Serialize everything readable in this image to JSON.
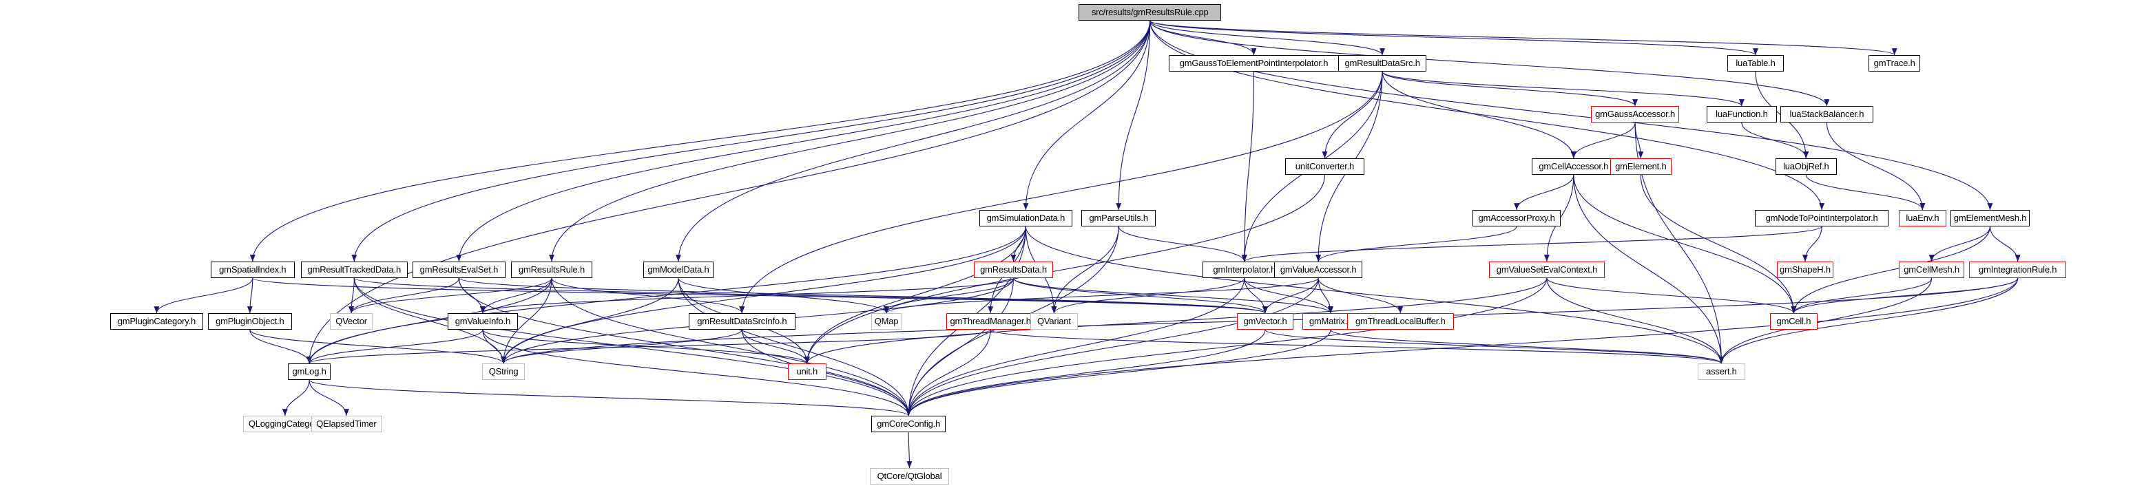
{
  "diagram": {
    "title": "src/results/gmResultsRule.cpp include dependency graph",
    "colors": {
      "edge": "#191970",
      "root_fill": "#bfbfbf",
      "normal_border": "#000000",
      "truncated_border": "#ff0000",
      "external_border": "#bfbfbf"
    },
    "nodes": [
      {
        "id": "root",
        "label": "src/results/gmResultsRule.cpp",
        "kind": "root"
      },
      {
        "id": "gauss2elem",
        "label": "gmGaussToElementPointInterpolator.h",
        "kind": "normal"
      },
      {
        "id": "resultDataSrc",
        "label": "gmResultDataSrc.h",
        "kind": "normal"
      },
      {
        "id": "luaTable",
        "label": "luaTable.h",
        "kind": "normal"
      },
      {
        "id": "gmTrace",
        "label": "gmTrace.h",
        "kind": "normal"
      },
      {
        "id": "gaussAccessor",
        "label": "gmGaussAccessor.h",
        "kind": "truncated"
      },
      {
        "id": "luaFunction",
        "label": "luaFunction.h",
        "kind": "normal"
      },
      {
        "id": "luaStackBalancer",
        "label": "luaStackBalancer.h",
        "kind": "normal"
      },
      {
        "id": "unitConverter",
        "label": "unitConverter.h",
        "kind": "normal"
      },
      {
        "id": "cellAccessor",
        "label": "gmCellAccessor.h",
        "kind": "normal"
      },
      {
        "id": "element",
        "label": "gmElement.h",
        "kind": "truncated"
      },
      {
        "id": "luaObjRef",
        "label": "luaObjRef.h",
        "kind": "normal"
      },
      {
        "id": "accessorProxy",
        "label": "gmAccessorProxy.h",
        "kind": "normal"
      },
      {
        "id": "luaEnv",
        "label": "luaEnv.h",
        "kind": "truncated"
      },
      {
        "id": "simulationData",
        "label": "gmSimulationData.h",
        "kind": "normal"
      },
      {
        "id": "parseUtils",
        "label": "gmParseUtils.h",
        "kind": "normal"
      },
      {
        "id": "nodeToPoint",
        "label": "gmNodeToPointInterpolator.h",
        "kind": "normal"
      },
      {
        "id": "elementMesh",
        "label": "gmElementMesh.h",
        "kind": "normal"
      },
      {
        "id": "spatialIndex",
        "label": "gmSpatialIndex.h",
        "kind": "normal"
      },
      {
        "id": "resultTracked",
        "label": "gmResultTrackedData.h",
        "kind": "normal"
      },
      {
        "id": "resultsEvalSet",
        "label": "gmResultsEvalSet.h",
        "kind": "normal"
      },
      {
        "id": "resultsRuleH",
        "label": "gmResultsRule.h",
        "kind": "normal"
      },
      {
        "id": "modelData",
        "label": "gmModelData.h",
        "kind": "normal"
      },
      {
        "id": "resultsData",
        "label": "gmResultsData.h",
        "kind": "truncated"
      },
      {
        "id": "interpolator",
        "label": "gmInterpolator.h",
        "kind": "normal"
      },
      {
        "id": "valueAccessor",
        "label": "gmValueAccessor.h",
        "kind": "normal"
      },
      {
        "id": "valueSetEval",
        "label": "gmValueSetEvalContext.h",
        "kind": "truncated"
      },
      {
        "id": "shapeH",
        "label": "gmShapeH.h",
        "kind": "truncated"
      },
      {
        "id": "cellMesh",
        "label": "gmCellMesh.h",
        "kind": "truncated"
      },
      {
        "id": "integrationRule",
        "label": "gmIntegrationRule.h",
        "kind": "truncated"
      },
      {
        "id": "pluginCategory",
        "label": "gmPluginCategory.h",
        "kind": "normal"
      },
      {
        "id": "pluginObject",
        "label": "gmPluginObject.h",
        "kind": "normal"
      },
      {
        "id": "qvector",
        "label": "QVector",
        "kind": "external"
      },
      {
        "id": "valueInfo",
        "label": "gmValueInfo.h",
        "kind": "normal"
      },
      {
        "id": "resultDataSrcInfo",
        "label": "gmResultDataSrcInfo.h",
        "kind": "normal"
      },
      {
        "id": "qmap",
        "label": "QMap",
        "kind": "external"
      },
      {
        "id": "threadManager",
        "label": "gmThreadManager.h",
        "kind": "truncated"
      },
      {
        "id": "qvariant",
        "label": "QVariant",
        "kind": "external"
      },
      {
        "id": "vector",
        "label": "gmVector.h",
        "kind": "truncated"
      },
      {
        "id": "matrix",
        "label": "gmMatrix.h",
        "kind": "truncated"
      },
      {
        "id": "threadLocalBuffer",
        "label": "gmThreadLocalBuffer.h",
        "kind": "truncated"
      },
      {
        "id": "cell",
        "label": "gmCell.h",
        "kind": "truncated"
      },
      {
        "id": "gmLog",
        "label": "gmLog.h",
        "kind": "normal"
      },
      {
        "id": "qstring",
        "label": "QString",
        "kind": "external"
      },
      {
        "id": "unit",
        "label": "unit.h",
        "kind": "truncated"
      },
      {
        "id": "assert",
        "label": "assert.h",
        "kind": "external"
      },
      {
        "id": "qlogging",
        "label": "QLoggingCategory",
        "kind": "external"
      },
      {
        "id": "qelapsed",
        "label": "QElapsedTimer",
        "kind": "external"
      },
      {
        "id": "coreConfig",
        "label": "gmCoreConfig.h",
        "kind": "normal"
      },
      {
        "id": "qtglobal",
        "label": "QtCore/QtGlobal",
        "kind": "external"
      }
    ],
    "edges": [
      [
        "root",
        "gauss2elem"
      ],
      [
        "root",
        "resultDataSrc"
      ],
      [
        "root",
        "luaTable"
      ],
      [
        "root",
        "gmTrace"
      ],
      [
        "root",
        "luaStackBalancer"
      ],
      [
        "root",
        "simulationData"
      ],
      [
        "root",
        "parseUtils"
      ],
      [
        "root",
        "nodeToPoint"
      ],
      [
        "root",
        "elementMesh"
      ],
      [
        "root",
        "spatialIndex"
      ],
      [
        "root",
        "resultTracked"
      ],
      [
        "root",
        "resultsEvalSet"
      ],
      [
        "root",
        "resultsRuleH"
      ],
      [
        "root",
        "modelData"
      ],
      [
        "root",
        "gmLog"
      ],
      [
        "gauss2elem",
        "interpolator"
      ],
      [
        "resultDataSrc",
        "gaussAccessor"
      ],
      [
        "resultDataSrc",
        "luaFunction"
      ],
      [
        "resultDataSrc",
        "unitConverter"
      ],
      [
        "resultDataSrc",
        "cellAccessor"
      ],
      [
        "resultDataSrc",
        "interpolator"
      ],
      [
        "resultDataSrc",
        "valueAccessor"
      ],
      [
        "resultDataSrc",
        "resultDataSrcInfo"
      ],
      [
        "luaTable",
        "luaObjRef"
      ],
      [
        "luaFunction",
        "luaObjRef"
      ],
      [
        "luaObjRef",
        "luaEnv"
      ],
      [
        "luaStackBalancer",
        "luaEnv"
      ],
      [
        "gaussAccessor",
        "cellAccessor"
      ],
      [
        "gaussAccessor",
        "element"
      ],
      [
        "gaussAccessor",
        "assert"
      ],
      [
        "unitConverter",
        "unit"
      ],
      [
        "cellAccessor",
        "accessorProxy"
      ],
      [
        "cellAccessor",
        "valueSetEval"
      ],
      [
        "cellAccessor",
        "cell"
      ],
      [
        "cellAccessor",
        "assert"
      ],
      [
        "element",
        "cell"
      ],
      [
        "accessorProxy",
        "valueAccessor"
      ],
      [
        "nodeToPoint",
        "shapeH"
      ],
      [
        "nodeToPoint",
        "interpolator"
      ],
      [
        "elementMesh",
        "cellMesh"
      ],
      [
        "elementMesh",
        "integrationRule"
      ],
      [
        "elementMesh",
        "cell"
      ],
      [
        "cellMesh",
        "cell"
      ],
      [
        "cellMesh",
        "assert"
      ],
      [
        "integrationRule",
        "cell"
      ],
      [
        "integrationRule",
        "assert"
      ],
      [
        "integrationRule",
        "coreConfig"
      ],
      [
        "integrationRule",
        "qstring"
      ],
      [
        "simulationData",
        "resultsData"
      ],
      [
        "simulationData",
        "threadManager"
      ],
      [
        "simulationData",
        "qvariant"
      ],
      [
        "simulationData",
        "qstring"
      ],
      [
        "simulationData",
        "unit"
      ],
      [
        "simulationData",
        "coreConfig"
      ],
      [
        "simulationData",
        "assert"
      ],
      [
        "simulationData",
        "gmLog"
      ],
      [
        "parseUtils",
        "interpolator"
      ],
      [
        "parseUtils",
        "qvariant"
      ],
      [
        "parseUtils",
        "coreConfig"
      ],
      [
        "resultsData",
        "qmap"
      ],
      [
        "resultsData",
        "vector"
      ],
      [
        "resultsData",
        "matrix"
      ],
      [
        "resultsData",
        "qstring"
      ],
      [
        "resultsData",
        "coreConfig"
      ],
      [
        "resultsData",
        "valueInfo"
      ],
      [
        "interpolator",
        "vector"
      ],
      [
        "interpolator",
        "matrix"
      ],
      [
        "interpolator",
        "qvariant"
      ],
      [
        "interpolator",
        "coreConfig"
      ],
      [
        "valueAccessor",
        "vector"
      ],
      [
        "valueAccessor",
        "matrix"
      ],
      [
        "valueAccessor",
        "threadLocalBuffer"
      ],
      [
        "valueAccessor",
        "qmap"
      ],
      [
        "valueAccessor",
        "coreConfig"
      ],
      [
        "valueSetEval",
        "cell"
      ],
      [
        "valueSetEval",
        "assert"
      ],
      [
        "valueSetEval",
        "coreConfig"
      ],
      [
        "valueSetEval",
        "unit"
      ],
      [
        "spatialIndex",
        "pluginObject"
      ],
      [
        "spatialIndex",
        "pluginCategory"
      ],
      [
        "spatialIndex",
        "vector"
      ],
      [
        "resultTracked",
        "qvector"
      ],
      [
        "resultTracked",
        "qstring"
      ],
      [
        "resultTracked",
        "coreConfig"
      ],
      [
        "resultTracked",
        "vector"
      ],
      [
        "resultsEvalSet",
        "qvector"
      ],
      [
        "resultsEvalSet",
        "valueInfo"
      ],
      [
        "resultsEvalSet",
        "coreConfig"
      ],
      [
        "resultsEvalSet",
        "vector"
      ],
      [
        "resultsRuleH",
        "qvector"
      ],
      [
        "resultsRuleH",
        "valueInfo"
      ],
      [
        "resultsRuleH",
        "qstring"
      ],
      [
        "resultsRuleH",
        "resultDataSrcInfo"
      ],
      [
        "resultsRuleH",
        "gmLog"
      ],
      [
        "resultsRuleH",
        "coreConfig"
      ],
      [
        "modelData",
        "qmap"
      ],
      [
        "modelData",
        "qstring"
      ],
      [
        "modelData",
        "coreConfig"
      ],
      [
        "modelData",
        "unit"
      ],
      [
        "pluginObject",
        "gmLog"
      ],
      [
        "pluginObject",
        "qstring"
      ],
      [
        "valueInfo",
        "gmLog"
      ],
      [
        "valueInfo",
        "qstring"
      ],
      [
        "valueInfo",
        "unit"
      ],
      [
        "valueInfo",
        "coreConfig"
      ],
      [
        "resultDataSrcInfo",
        "unit"
      ],
      [
        "resultDataSrcInfo",
        "qstring"
      ],
      [
        "resultDataSrcInfo",
        "coreConfig"
      ],
      [
        "threadManager",
        "gmLog"
      ],
      [
        "threadManager",
        "coreConfig"
      ],
      [
        "threadManager",
        "assert"
      ],
      [
        "vector",
        "coreConfig"
      ],
      [
        "vector",
        "assert"
      ],
      [
        "matrix",
        "coreConfig"
      ],
      [
        "matrix",
        "assert"
      ],
      [
        "gmLog",
        "qlogging"
      ],
      [
        "gmLog",
        "qelapsed"
      ],
      [
        "gmLog",
        "coreConfig"
      ],
      [
        "coreConfig",
        "qtglobal"
      ]
    ]
  }
}
